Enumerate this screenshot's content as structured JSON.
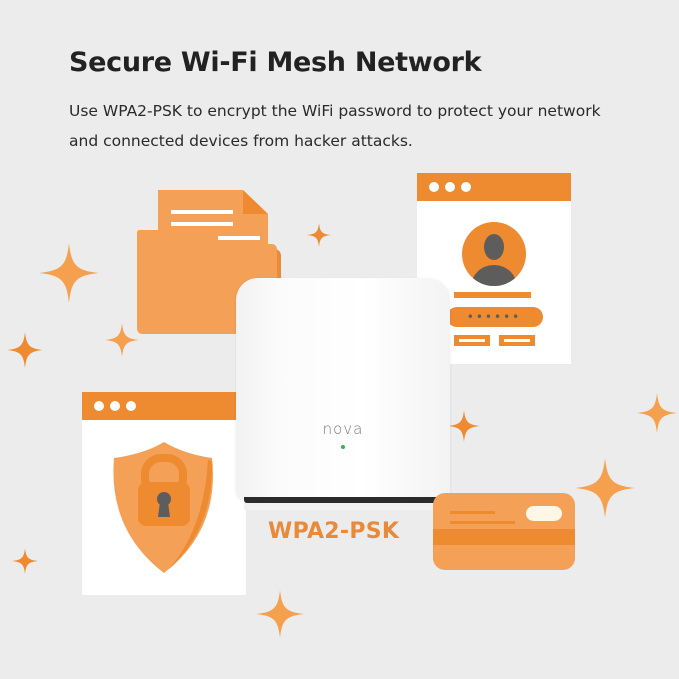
{
  "header": {
    "title": "Secure Wi-Fi Mesh Network",
    "description": "Use WPA2-PSK to encrypt the WiFi password to protect your network and connected devices from hacker attacks."
  },
  "device": {
    "brand_label": "nova",
    "led_color": "#37b24d"
  },
  "protocol_label": "WPA2-PSK",
  "illustrations": {
    "folder": "folder-with-document-icon",
    "login_window": "login-window-icon",
    "security_window": "shield-lock-window-icon",
    "card": "credit-card-icon",
    "password_mask": "••••••"
  },
  "colors": {
    "background": "#ececec",
    "accent": "#ee8a30",
    "accent_light": "#f4a056",
    "text": "#222222",
    "protocol_text": "#e88a3a"
  }
}
